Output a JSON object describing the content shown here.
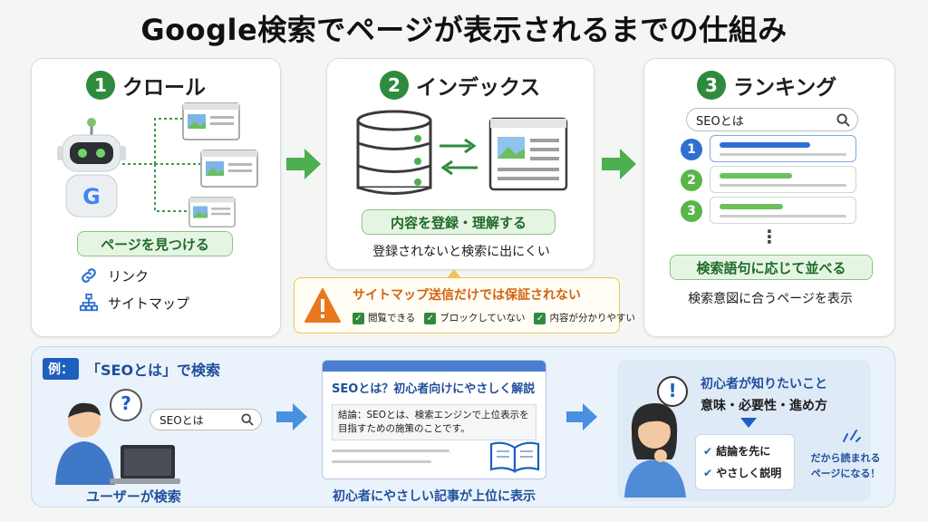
{
  "title": "Google検索でページが表示されるまでの仕組み",
  "steps": [
    {
      "num": "1",
      "title": "クロール",
      "pill": "ページを見つける",
      "items": [
        {
          "icon": "link-icon",
          "label": "リンク"
        },
        {
          "icon": "sitemap-icon",
          "label": "サイトマップ"
        }
      ]
    },
    {
      "num": "2",
      "title": "インデックス",
      "pill": "内容を登録・理解する",
      "note": "登録されないと検索に出にくい"
    },
    {
      "num": "3",
      "title": "ランキング",
      "search_value": "SEOとは",
      "ranks": [
        "1",
        "2",
        "3"
      ],
      "more": "⋮",
      "pill": "検索語句に応じて並べる",
      "note": "検索意図に合うページを表示"
    }
  ],
  "warning": {
    "title": "サイトマップ送信だけでは保証されない",
    "checks": [
      "閲覧できる",
      "ブロックしていない",
      "内容が分かりやすい"
    ]
  },
  "example": {
    "badge": "例：",
    "heading": "「SEOとは」で検索",
    "search_value": "SEOとは",
    "question": "?",
    "user_caption": "ユーザーが検索",
    "article_title": "SEOとは？初心者向けにやさしく解説",
    "article_summary": "結論：SEOとは、検索エンジンで上位表示を目指すための施策のことです。",
    "article_caption": "初心者にやさしい記事が上位に表示",
    "need_title": "初心者が知りたいこと",
    "need_items": "意味・必要性・進め方",
    "exclaim": "!",
    "result_checks": [
      "結論を先に",
      "やさしく説明"
    ],
    "closing": "だから読まれる\nページになる！"
  },
  "colors": {
    "green": "#2e8b3d",
    "light_green": "#e6f5e3",
    "blue": "#2f6fd1",
    "orange": "#e8771d"
  }
}
